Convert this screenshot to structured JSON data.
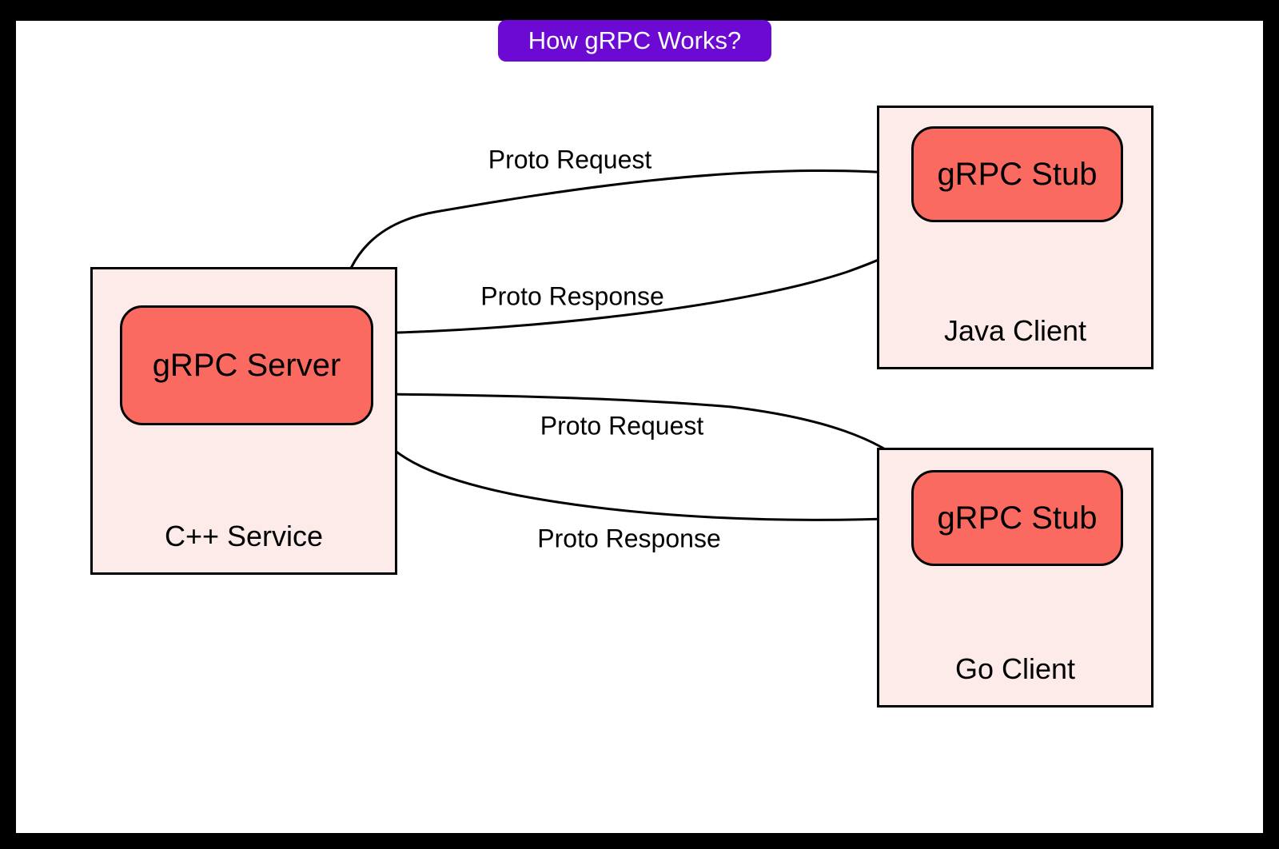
{
  "title": "How gRPC Works?",
  "colors": {
    "frame": "#000000",
    "canvas": "#FFFFFF",
    "title_bg": "#6C0AD4",
    "title_text": "#FFFFFF",
    "container_fill": "#FCEBE8",
    "node_fill": "#FA6A60",
    "stroke": "#000000",
    "text": "#000000"
  },
  "groups": {
    "cpp_service": {
      "label": "C++ Service",
      "node": "gRPC Server"
    },
    "java_client": {
      "label": "Java Client",
      "node": "gRPC Stub"
    },
    "go_client": {
      "label": "Go Client",
      "node": "gRPC Stub"
    }
  },
  "edges": [
    {
      "label": "Proto Request",
      "from": "Java Client gRPC Stub",
      "to": "gRPC Server"
    },
    {
      "label": "Proto Response",
      "from": "gRPC Server",
      "to": "Java Client gRPC Stub"
    },
    {
      "label": "Proto Request",
      "from": "Go Client gRPC Stub",
      "to": "gRPC Server"
    },
    {
      "label": "Proto Response",
      "from": "gRPC Server",
      "to": "Go Client gRPC Stub"
    }
  ]
}
